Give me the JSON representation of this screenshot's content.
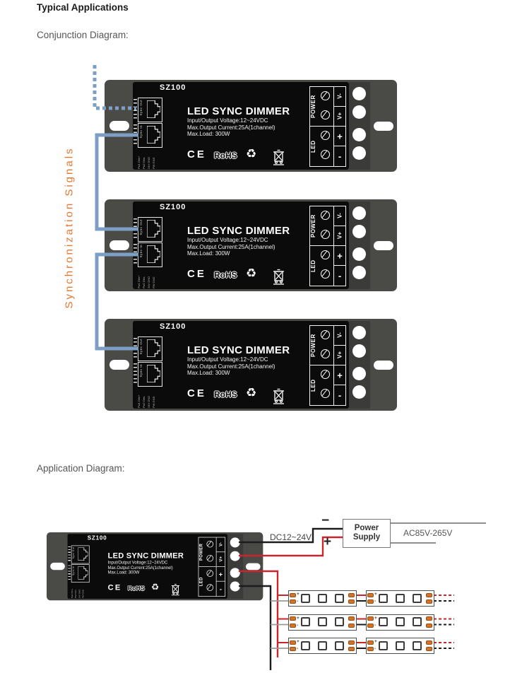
{
  "page": {
    "title": "Typical Applications",
    "conjunction_heading": "Conjunction Diagram:",
    "application_heading": "Application Diagram:",
    "sync_label": "Synchronization Signals"
  },
  "device": {
    "model": "SZ100",
    "title": "LED SYNC DIMMER",
    "specs": [
      "Input/Output Voltage:12~24VDC",
      "Max.Output Current:25A(1channel)",
      "Max.Load: 300W"
    ],
    "sync_out_label": "Sync Out",
    "sync_in_label": "Sync In",
    "pin_labels": [
      "Pw1 Dim+",
      "Pw2 Dim-",
      "24V GND",
      "PW GND"
    ],
    "terminals": {
      "power_label": "POWER",
      "led_label": "LED",
      "power_pins": [
        "V-",
        "V+"
      ],
      "led_pins": [
        "+",
        "-"
      ]
    },
    "cert": {
      "ce": "CE",
      "rohs": "RoHS",
      "recycle": "♻"
    }
  },
  "application": {
    "dc_label": "DC12~24V",
    "power_supply_label": "Power Supply",
    "ac_label": "AC85V-265V",
    "minus_label": "−",
    "plus_label": "+",
    "strip_pad_plus": "+",
    "strip_pad_minus": "-",
    "strip_rows": 3,
    "strips_per_row": 2,
    "leds_per_strip": 3
  },
  "colors": {
    "sync_line": "#7d9fc6",
    "sync_text": "#e4762f",
    "wire_red": "#c9252c",
    "wire_black": "#1c1c1c",
    "wire_gray": "#9a9a9a",
    "pad_orange": "#cf7429",
    "device_plate": "#4a4a47",
    "device_face": "#0b0b0b"
  }
}
